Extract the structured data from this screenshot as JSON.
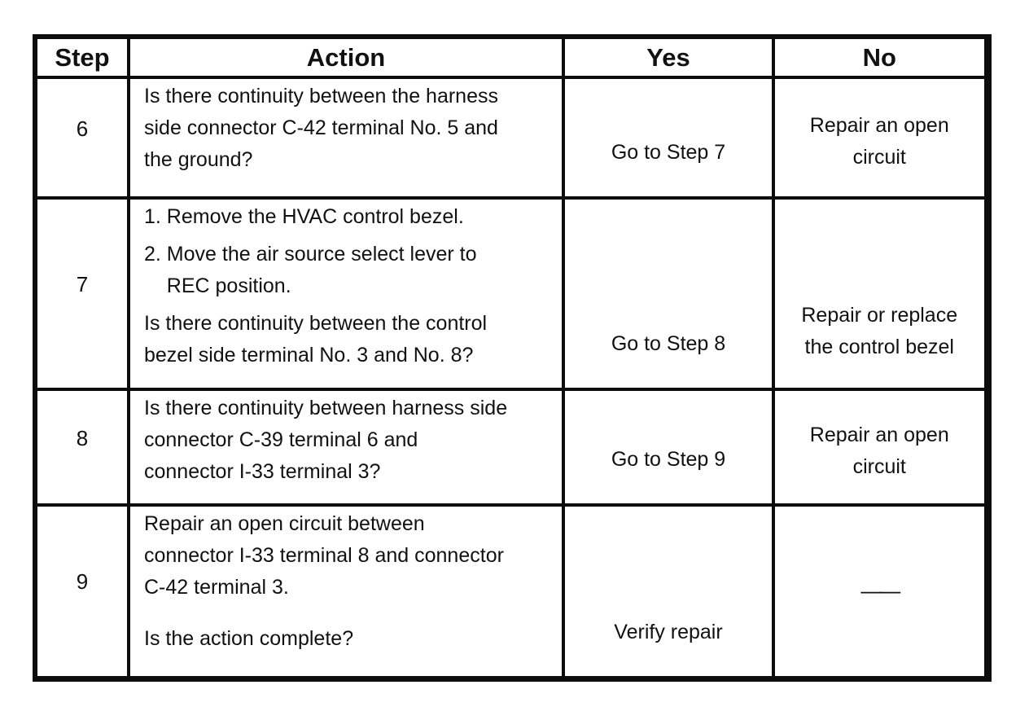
{
  "table": {
    "border_color": "#0d0d0d",
    "text_color": "#111111",
    "background_color": "#ffffff",
    "headers": {
      "step": "Step",
      "action": "Action",
      "yes": "Yes",
      "no": "No"
    },
    "rows": [
      {
        "step": "6",
        "action": [
          {
            "text": "Is there continuity between the harness\nside connector C-42 terminal No. 5 and\nthe ground?"
          }
        ],
        "yes": "Go to Step 7",
        "no": "Repair an open\ncircuit"
      },
      {
        "step": "7",
        "action": [
          {
            "text": "1. Remove the HVAC control bezel."
          },
          {
            "text": "2. Move the air source select lever to\n    REC position."
          },
          {
            "text": "Is there continuity between the control\nbezel side terminal No. 3 and No. 8?"
          }
        ],
        "yes": "Go to Step 8",
        "no": "Repair or replace\nthe control bezel"
      },
      {
        "step": "8",
        "action": [
          {
            "text": "Is there continuity between harness side\nconnector C-39 terminal 6 and\nconnector I-33 terminal 3?"
          }
        ],
        "yes": "Go to Step 9",
        "no": "Repair an open\ncircuit"
      },
      {
        "step": "9",
        "action": [
          {
            "text": "Repair an open circuit between\nconnector I-33 terminal 8 and connector\nC-42 terminal 3."
          },
          {
            "text": "Is the action complete?",
            "gap": true
          }
        ],
        "yes": "Verify repair",
        "no": "——",
        "no_is_dash": true
      }
    ]
  }
}
